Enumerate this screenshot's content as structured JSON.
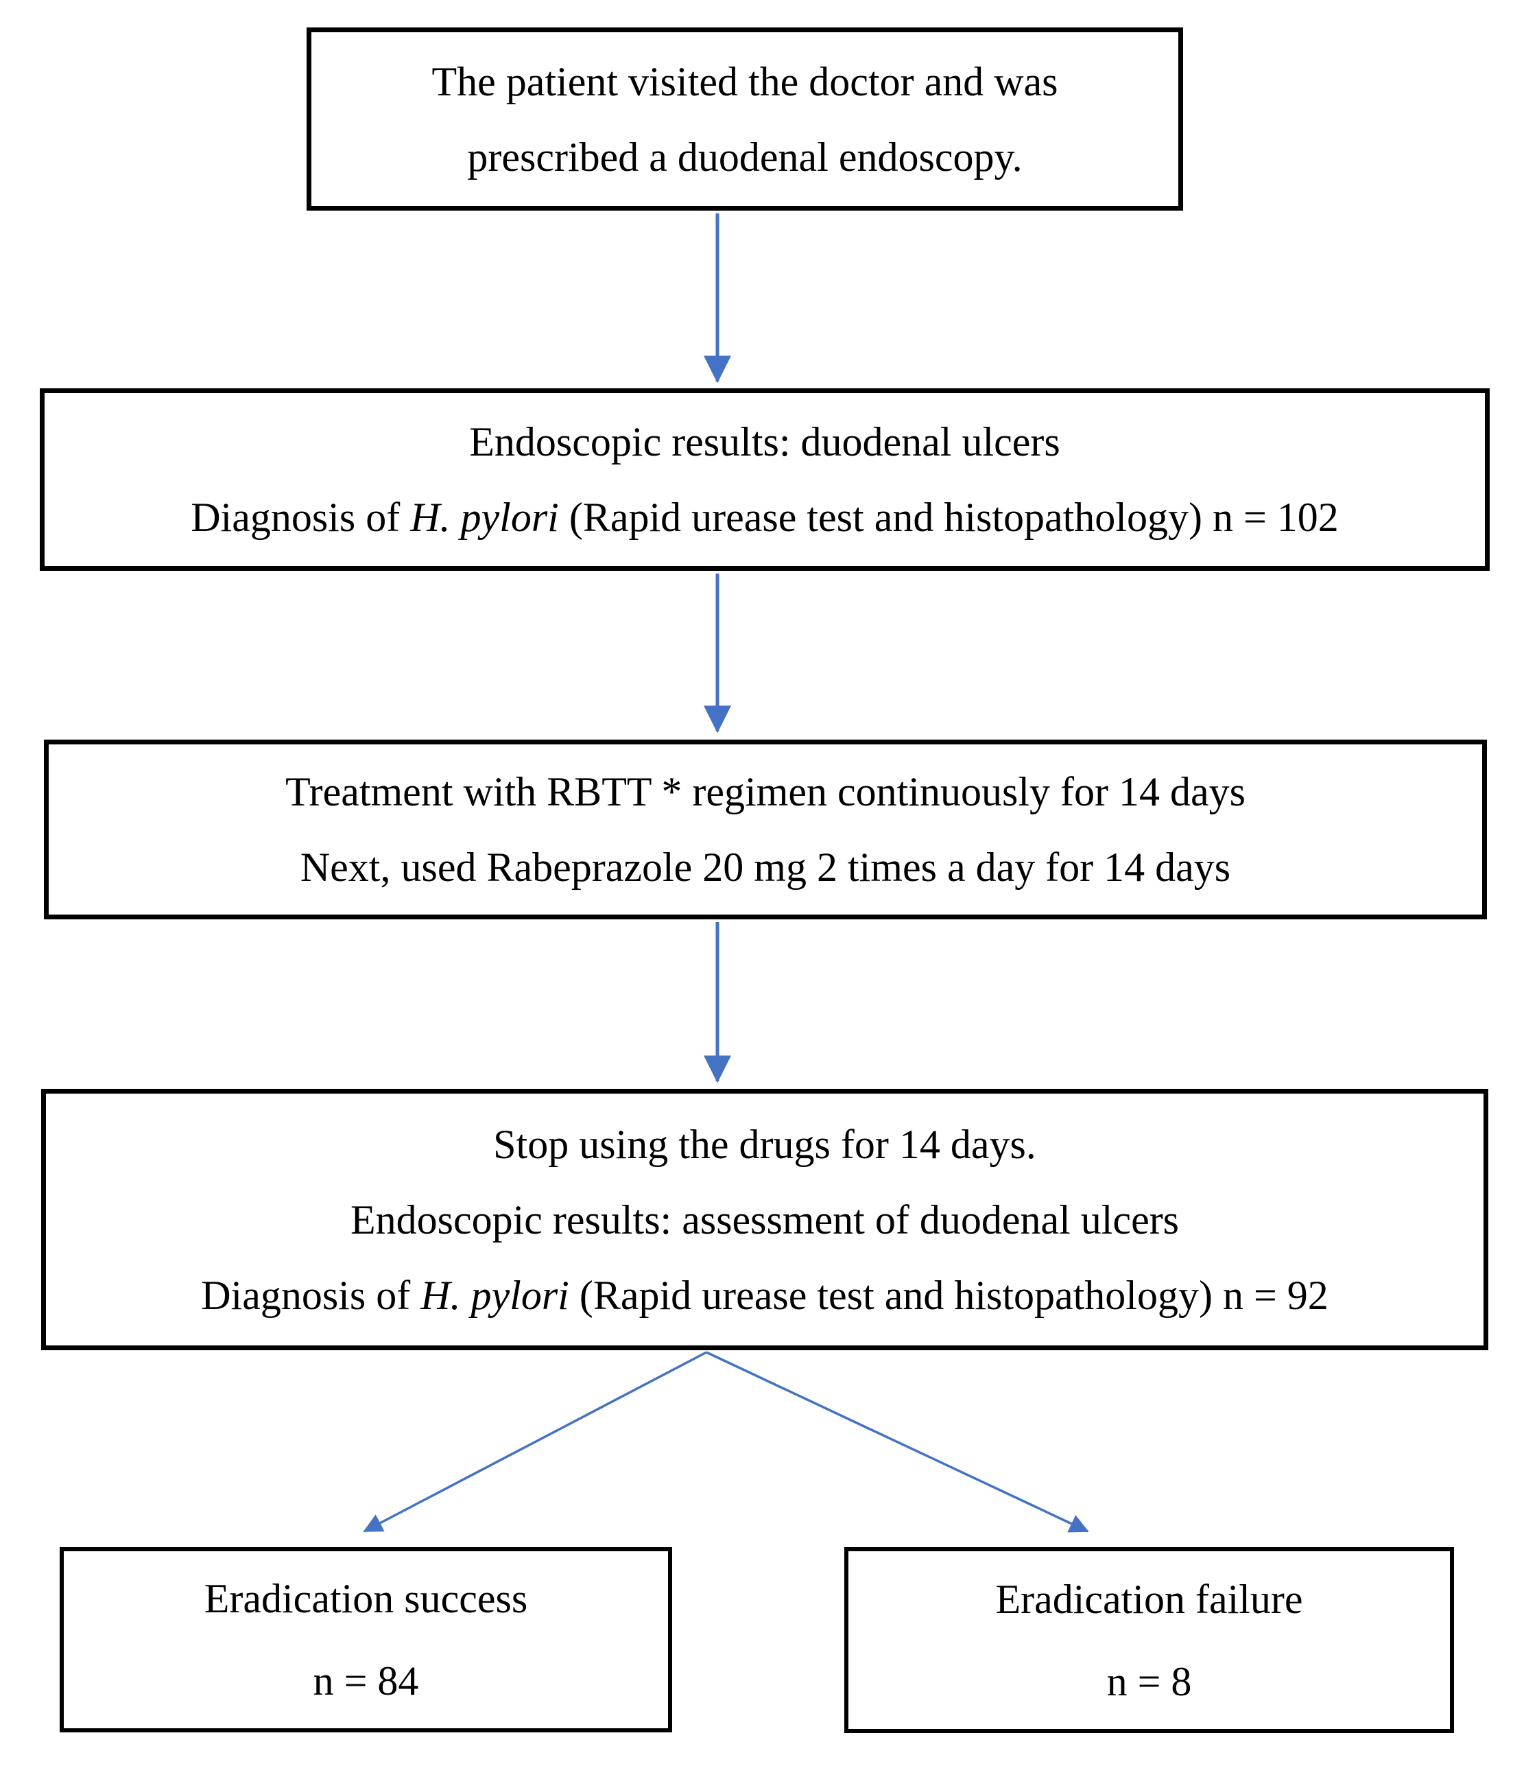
{
  "colors": {
    "arrow": "#4472C4",
    "box_border": "#000000",
    "text": "#000000",
    "background": "#FFFFFF"
  },
  "boxes": {
    "visit": {
      "line1": "The patient visited the doctor and was",
      "line2": "prescribed a duodenal endoscopy."
    },
    "endoscopy": {
      "line1": "Endoscopic results: duodenal ulcers",
      "line2_prefix": "Diagnosis of ",
      "line2_italic": "H. pylori",
      "line2_suffix": " (Rapid urease test and histopathology) n = 102"
    },
    "treatment": {
      "line1": "Treatment with RBTT * regimen continuously for 14 days",
      "line2": "Next, used Rabeprazole 20 mg 2 times a day for 14 days"
    },
    "stop": {
      "line1": "Stop using the drugs for 14 days.",
      "line2": "Endoscopic results: assessment of duodenal ulcers",
      "line3_prefix": "Diagnosis of ",
      "line3_italic": "H. pylori",
      "line3_suffix": " (Rapid urease test and histopathology) n = 92"
    },
    "success": {
      "line1": "Eradication success",
      "line2": "n = 84"
    },
    "failure": {
      "line1": "Eradication failure",
      "line2": "n = 8"
    }
  }
}
